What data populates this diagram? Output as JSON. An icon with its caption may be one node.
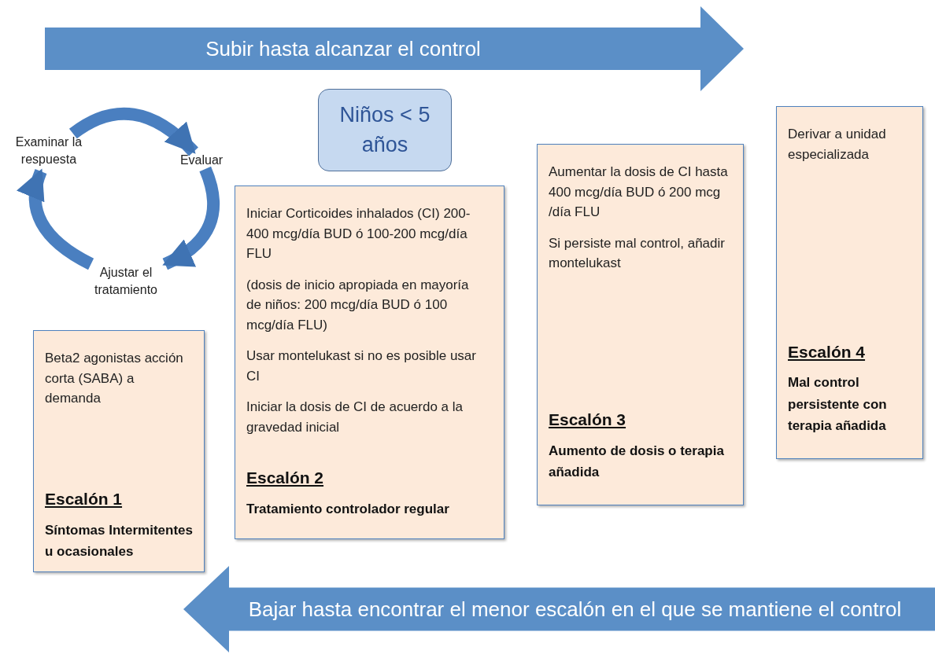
{
  "diagram": {
    "nodes": [
      {
        "text": [
          "Subir hasta alcanzar el control"
        ]
      },
      {
        "text": [
          "Examinar la respuesta"
        ]
      },
      {
        "text": [
          "Evaluar"
        ]
      },
      {
        "text": [
          "Ajustar el tratamiento"
        ]
      },
      {
        "text": [
          "Niños < 5 años"
        ]
      },
      {
        "text": [
          "Beta2 agonistas acción corta (SABA) a demanda",
          "Escalón 1",
          "Síntomas Intermitentes u ocasionales"
        ]
      },
      {
        "text": [
          "Iniciar Corticoides inhalados (CI) 200-400 mcg/día BUD ó 100-200 mcg/día FLU",
          "(dosis de inicio apropiada en mayoría de niños: 200 mcg/día BUD ó 100 mcg/día FLU)",
          "Usar montelukast si no es posible usar CI",
          "Iniciar la dosis de CI de acuerdo a la gravedad inicial",
          "Escalón 2",
          "Tratamiento controlador regular"
        ]
      },
      {
        "text": [
          "Aumentar la dosis de CI hasta 400 mcg/día BUD ó 200 mcg /día FLU",
          "Si persiste mal control, añadir montelukast",
          "Escalón 3",
          "Aumento de dosis o terapia añadida"
        ]
      },
      {
        "text": [
          "Derivar a unidad especializada",
          "Escalón 4",
          "Mal control persistente con terapia añadida"
        ]
      },
      {
        "text": [
          "Bajar hasta encontrar el menor escalón en el que se mantiene el control"
        ]
      }
    ],
    "edges": [
      {
        "from": 1,
        "to": 2,
        "arrow": "to"
      },
      {
        "from": 2,
        "to": 3,
        "arrow": "to"
      },
      {
        "from": 3,
        "to": 1,
        "arrow": "to"
      }
    ]
  }
}
